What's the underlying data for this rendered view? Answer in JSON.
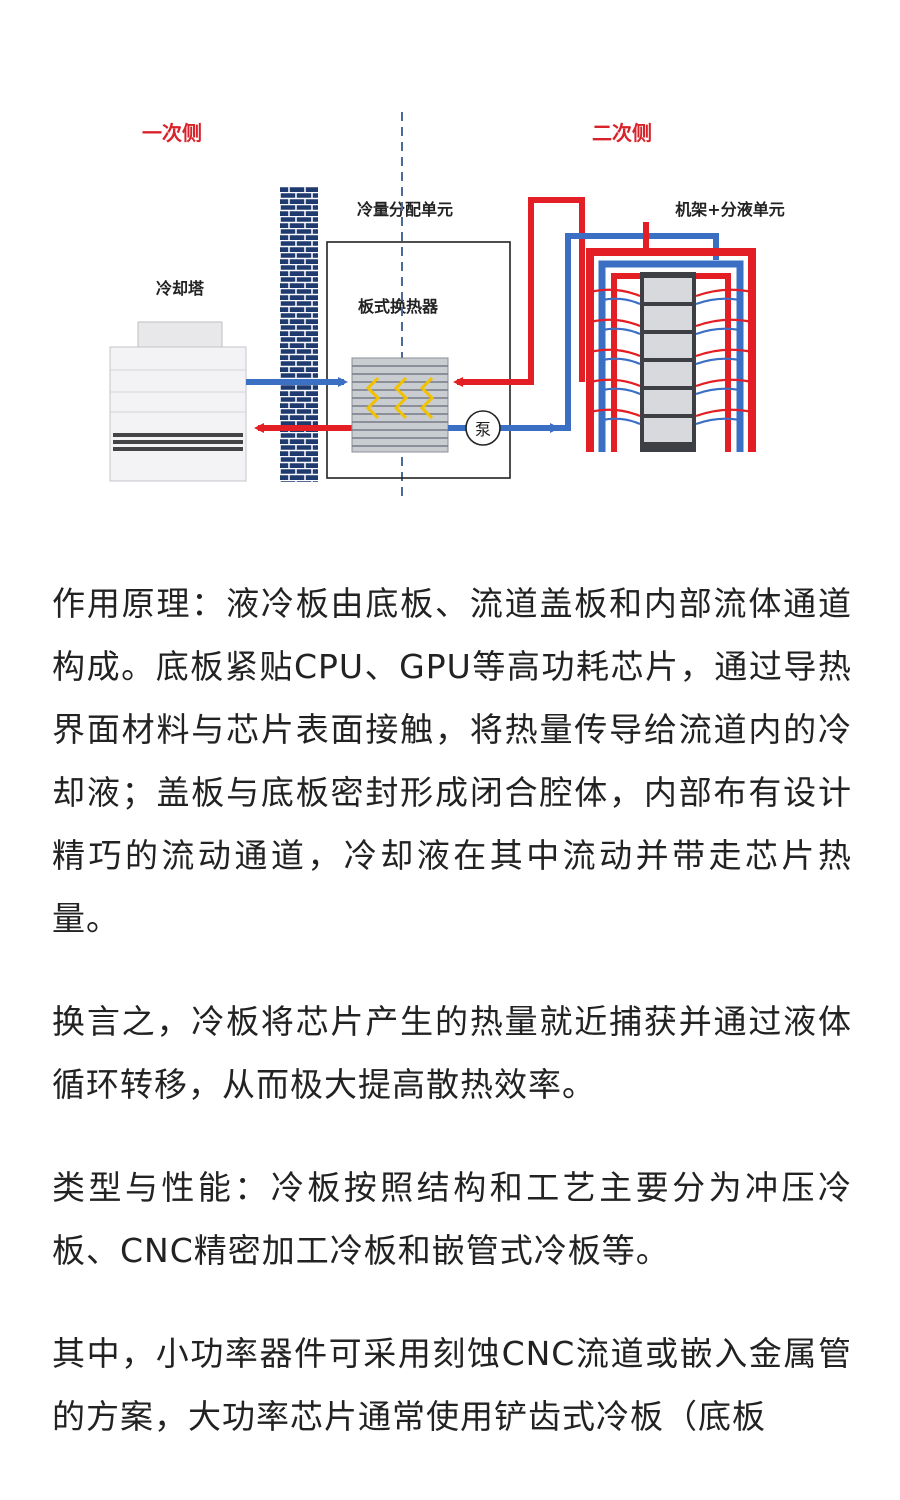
{
  "diagram": {
    "primary_side_label": "一次侧",
    "secondary_side_label": "二次侧",
    "cdu_label": "冷量分配单元",
    "rack_label": "机架+分液单元",
    "tower_label": "冷却塔",
    "hx_label": "板式换热器",
    "pump_label": "泵",
    "colors": {
      "hot": "#e31e24",
      "cold": "#3a6fc4",
      "wall": "#1f3a6e",
      "label_red": "#d9232b"
    }
  },
  "article": {
    "paragraphs": [
      "作用原理：液冷板由底板、流道盖板和内部流体通道构成。底板紧贴CPU、GPU等高功耗芯片，通过导热界面材料与芯片表面接触，将热量传导给流道内的冷却液；盖板与底板密封形成闭合腔体，内部布有设计精巧的流动通道，冷却液在其中流动并带走芯片热量。",
      "换言之，冷板将芯片产生的热量就近捕获并通过液体循环转移，从而极大提高散热效率。",
      "类型与性能：冷板按照结构和工艺主要分为冲压冷板、CNC精密加工冷板和嵌管式冷板等。",
      "其中，小功率器件可采用刻蚀CNC流道或嵌入金属管的方案，大功率芯片通常使用铲齿式冷板（底板"
    ]
  }
}
